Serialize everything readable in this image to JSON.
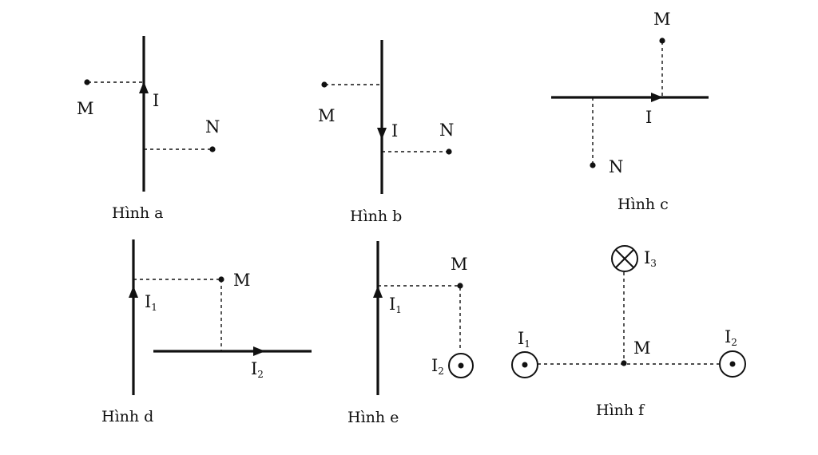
{
  "figures": {
    "a": {
      "caption": "Hình a",
      "current": "I",
      "point_m": "M",
      "point_n": "N"
    },
    "b": {
      "caption": "Hình b",
      "current": "I",
      "point_m": "M",
      "point_n": "N"
    },
    "c": {
      "caption": "Hình c",
      "current": "I",
      "point_m": "M",
      "point_n": "N"
    },
    "d": {
      "caption": "Hình d",
      "current_1": "I",
      "current_1_sub": "1",
      "current_2": "I",
      "current_2_sub": "2",
      "point_m": "M"
    },
    "e": {
      "caption": "Hình e",
      "current_1": "I",
      "current_1_sub": "1",
      "current_2": "I",
      "current_2_sub": "2",
      "point_m": "M"
    },
    "f": {
      "caption": "Hình f",
      "current_1": "I",
      "current_1_sub": "1",
      "current_2": "I",
      "current_2_sub": "2",
      "current_3": "I",
      "current_3_sub": "3",
      "point_m": "M"
    }
  }
}
